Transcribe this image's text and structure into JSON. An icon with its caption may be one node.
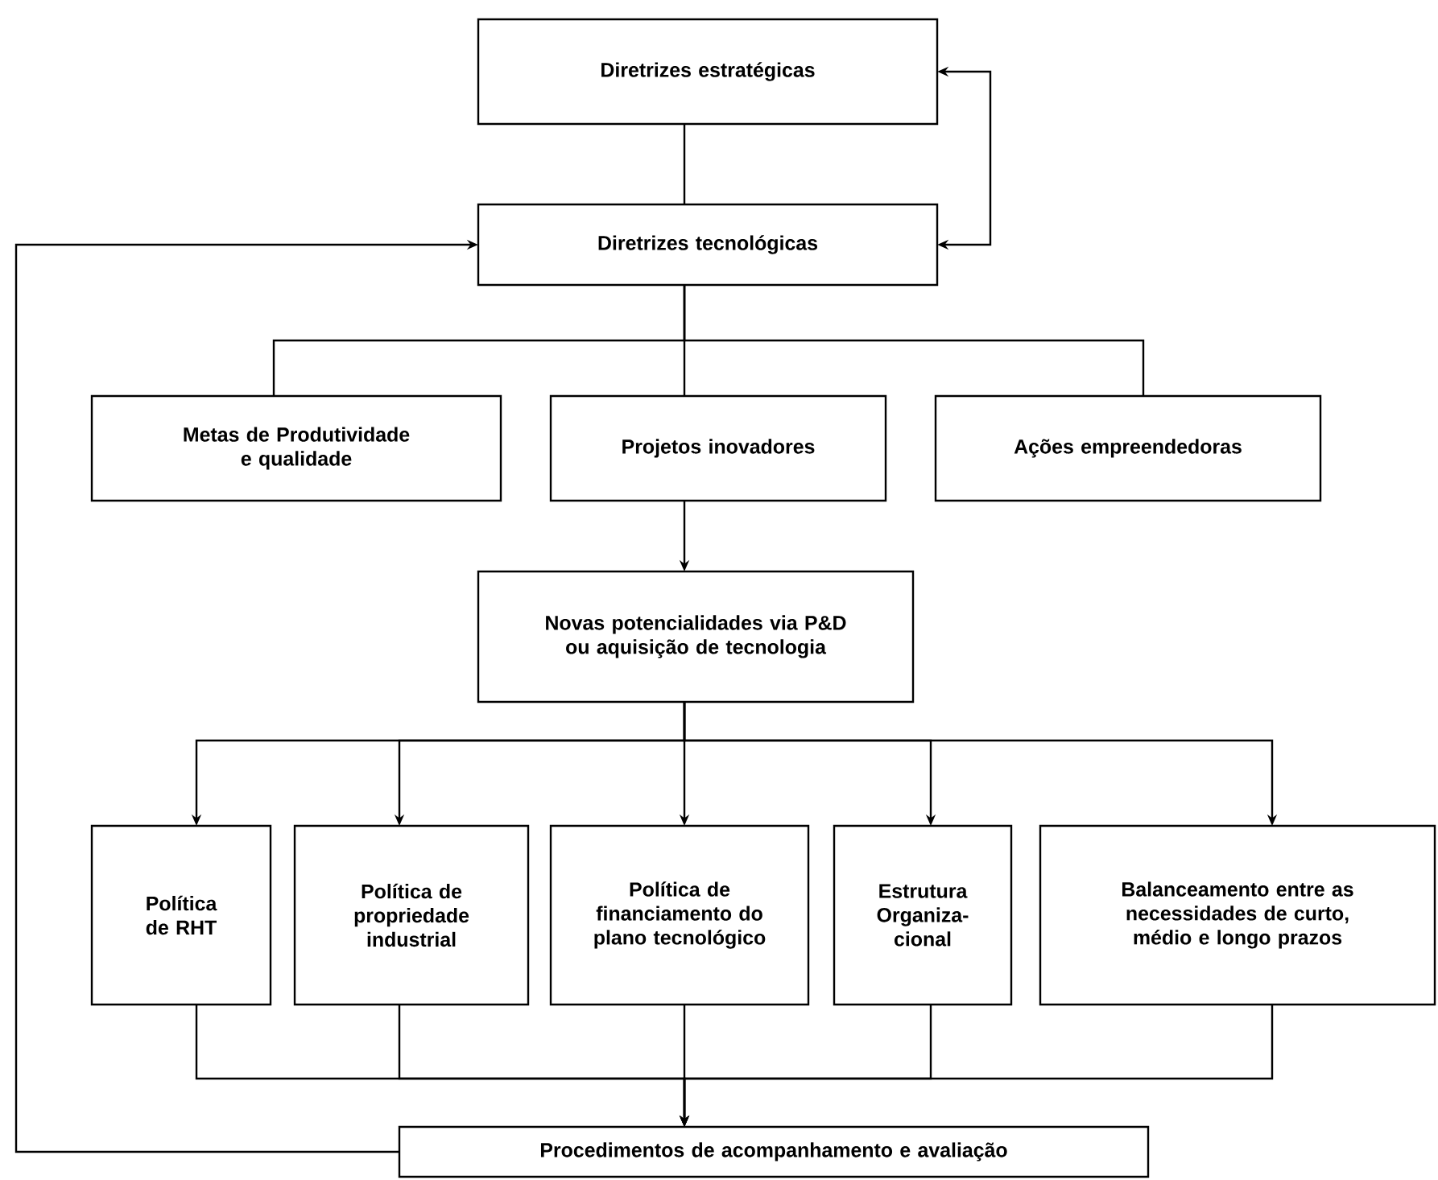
{
  "diagram": {
    "nodes": [
      {
        "text": [
          "Diretrizes estratégicas"
        ]
      },
      {
        "text": [
          "Diretrizes tecnológicas"
        ]
      },
      {
        "text": [
          "Metas de Produtividade e qualidade"
        ]
      },
      {
        "text": [
          "Projetos inovadores"
        ]
      },
      {
        "text": [
          "Ações empreendedoras"
        ]
      },
      {
        "text": [
          "Novas potencialidades via P&D ou aquisição de tecnologia"
        ]
      },
      {
        "text": [
          "Política de RHT"
        ]
      },
      {
        "text": [
          "Política de propriedade industrial"
        ]
      },
      {
        "text": [
          "Política de financiamento do plano tecnológico"
        ]
      },
      {
        "text": [
          "Estrutura Organiza- cional"
        ]
      },
      {
        "text": [
          "Balanceamento entre as necessidades de curto, médio e longo prazos"
        ]
      },
      {
        "text": [
          "Procedimentos de acompanhamento e avaliação"
        ]
      }
    ],
    "edges": [
      {
        "from": 0,
        "to": 1,
        "arrow": "none"
      },
      {
        "from": 1,
        "to": 0,
        "arrow": "both"
      },
      {
        "from": 1,
        "to": 2,
        "arrow": "none"
      },
      {
        "from": 1,
        "to": 3,
        "arrow": "none"
      },
      {
        "from": 1,
        "to": 4,
        "arrow": "none"
      },
      {
        "from": 3,
        "to": 5,
        "arrow": "to"
      },
      {
        "from": 5,
        "to": 6,
        "arrow": "to"
      },
      {
        "from": 5,
        "to": 7,
        "arrow": "to"
      },
      {
        "from": 5,
        "to": 8,
        "arrow": "to"
      },
      {
        "from": 5,
        "to": 9,
        "arrow": "to"
      },
      {
        "from": 5,
        "to": 10,
        "arrow": "to"
      },
      {
        "from": 6,
        "to": 11,
        "arrow": "to"
      },
      {
        "from": 7,
        "to": 11,
        "arrow": "to"
      },
      {
        "from": 8,
        "to": 11,
        "arrow": "to"
      },
      {
        "from": 9,
        "to": 11,
        "arrow": "to"
      },
      {
        "from": 10,
        "to": 11,
        "arrow": "to"
      },
      {
        "from": 11,
        "to": 1,
        "arrow": "to"
      }
    ]
  }
}
